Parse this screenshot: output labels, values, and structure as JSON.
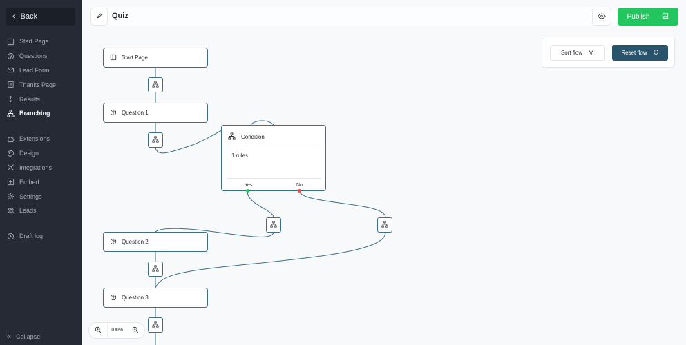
{
  "sidebar": {
    "back_label": "Back",
    "items": [
      {
        "label": "Start Page",
        "icon": "page-layout-icon"
      },
      {
        "label": "Questions",
        "icon": "question-circle-icon"
      },
      {
        "label": "Lead Form",
        "icon": "lead-form-icon"
      },
      {
        "label": "Thanks Page",
        "icon": "document-icon"
      },
      {
        "label": "Results",
        "icon": "results-icon"
      },
      {
        "label": "Branching",
        "icon": "branching-icon",
        "active": true
      },
      {
        "label": "Extensions",
        "icon": "puzzle-icon"
      },
      {
        "label": "Design",
        "icon": "palette-icon"
      },
      {
        "label": "Integrations",
        "icon": "integrations-icon"
      },
      {
        "label": "Embed",
        "icon": "embed-icon"
      },
      {
        "label": "Settings",
        "icon": "gear-icon"
      },
      {
        "label": "Leads",
        "icon": "users-icon"
      },
      {
        "label": "Draft log",
        "icon": "clock-icon"
      }
    ],
    "collapse_label": "Collapse"
  },
  "topbar": {
    "title": "Quiz",
    "publish_label": "Publish"
  },
  "flow_controls": {
    "sort_label": "Sort flow",
    "reset_label": "Reset flow"
  },
  "nodes": {
    "start": "Start Page",
    "q1": "Question 1",
    "q2": "Question 2",
    "q3": "Question 3"
  },
  "condition": {
    "title": "Condition",
    "rules": "1 rules",
    "yes_label": "Yes",
    "no_label": "No"
  },
  "zoom": {
    "level": "100%"
  },
  "colors": {
    "sidebar_bg": "#252a35",
    "accent": "#22c55e",
    "edge": "#3c6f86",
    "reset_bg": "#27546a",
    "yes_port": "#22c55e",
    "no_port": "#ef4444"
  }
}
